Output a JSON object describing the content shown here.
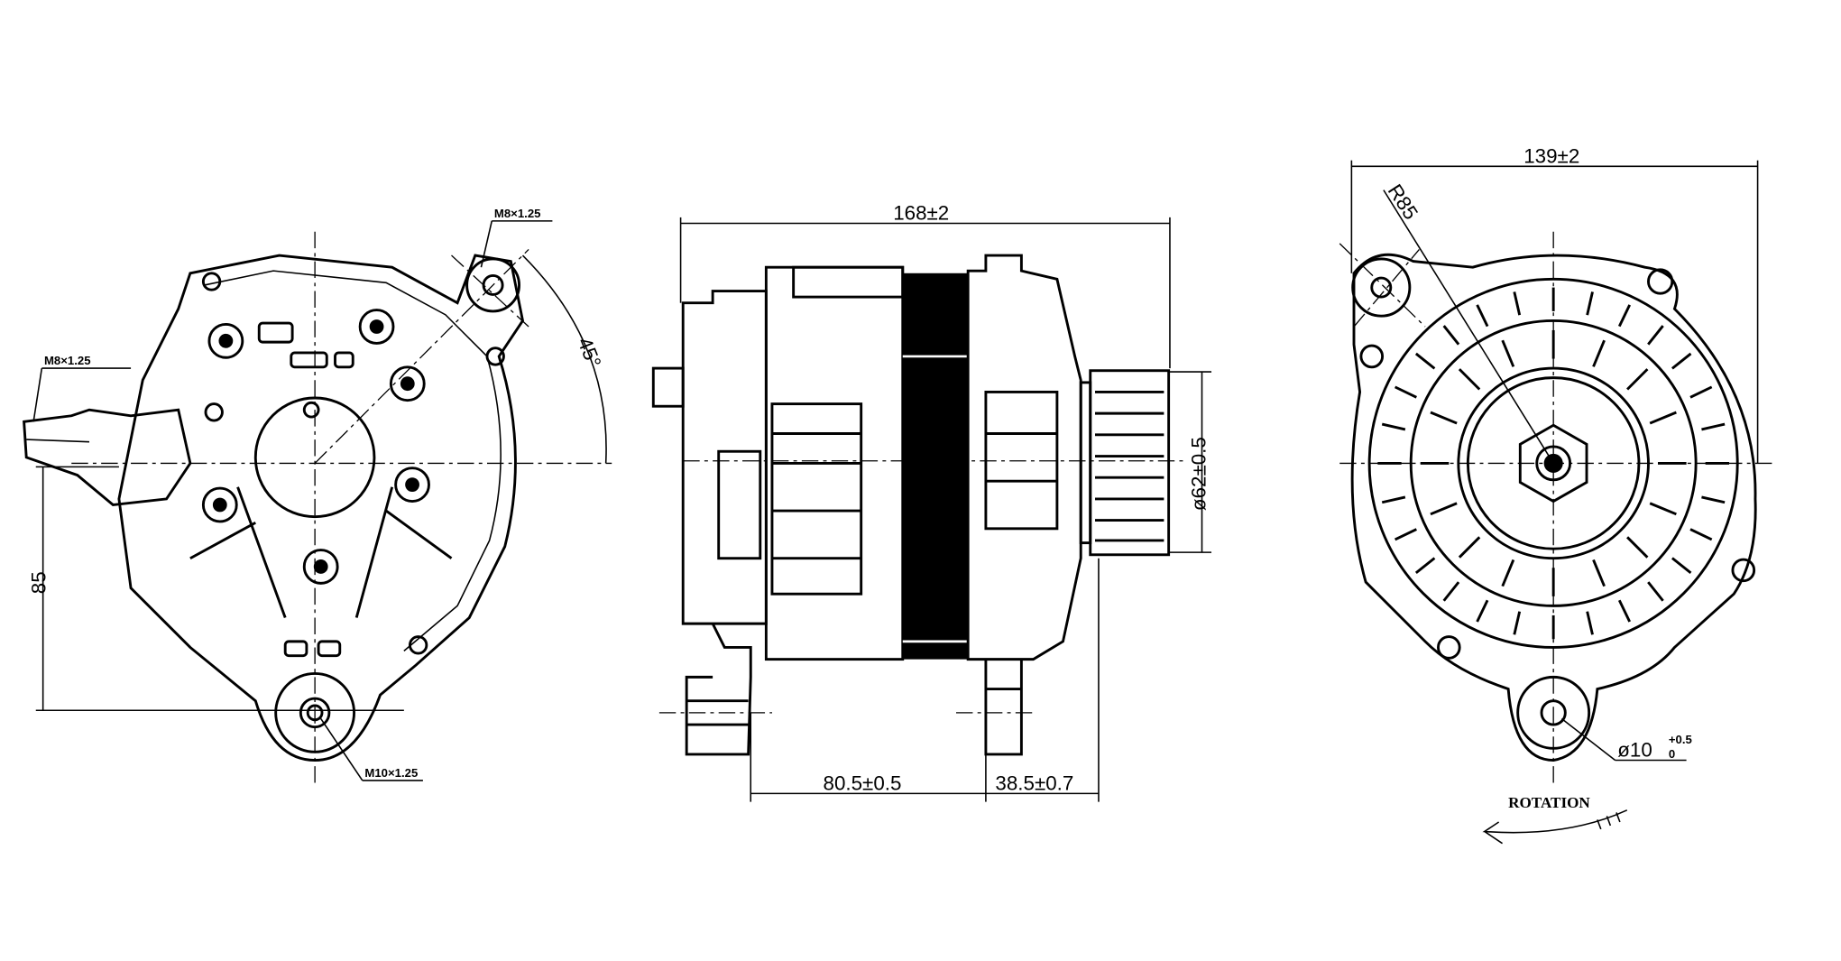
{
  "title": "Alternator dimension drawing",
  "left_view": {
    "thread_top": "M8×1.25",
    "thread_left": "M8×1.25",
    "angle": "45°",
    "height": "85",
    "thread_bottom": "M10×1.25"
  },
  "side_view": {
    "overall_length": "168±2",
    "pulley_diameter": "ø62±0.5",
    "mount_to_flange": "80.5±0.5",
    "flange_to_pulley": "38.5±0.7"
  },
  "front_view": {
    "width": "139±2",
    "radius": "R85",
    "hole_diameter": "ø10",
    "hole_tol_upper": "+0.5",
    "hole_tol_lower": "0",
    "rotation_label": "ROTATION"
  }
}
